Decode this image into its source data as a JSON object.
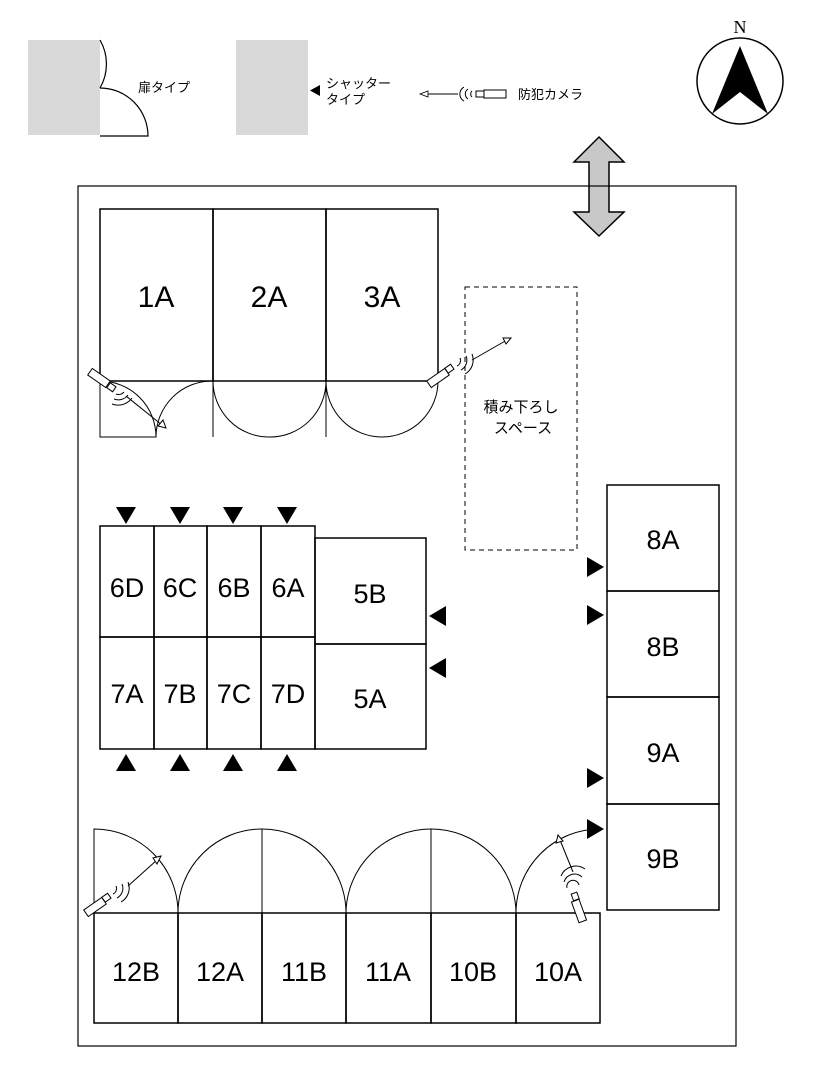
{
  "legend": {
    "door_type": "扉タイプ",
    "shutter_type_line1": "シャッター",
    "shutter_type_line2": "タイプ",
    "camera": "防犯カメラ"
  },
  "compass": {
    "north": "N"
  },
  "loading_space": {
    "line1": "積み下ろし",
    "line2": "スペース"
  },
  "units": {
    "u1A": "1A",
    "u2A": "2A",
    "u3A": "3A",
    "u5A": "5A",
    "u5B": "5B",
    "u6A": "6A",
    "u6B": "6B",
    "u6C": "6C",
    "u6D": "6D",
    "u7A": "7A",
    "u7B": "7B",
    "u7C": "7C",
    "u7D": "7D",
    "u8A": "8A",
    "u8B": "8B",
    "u9A": "9A",
    "u9B": "9B",
    "u10A": "10A",
    "u10B": "10B",
    "u11A": "11A",
    "u11B": "11B",
    "u12A": "12A",
    "u12B": "12B"
  },
  "colors": {
    "legend_box": "#d9d9d9",
    "arrow_fill": "#c8c8c8",
    "line": "#000000"
  }
}
